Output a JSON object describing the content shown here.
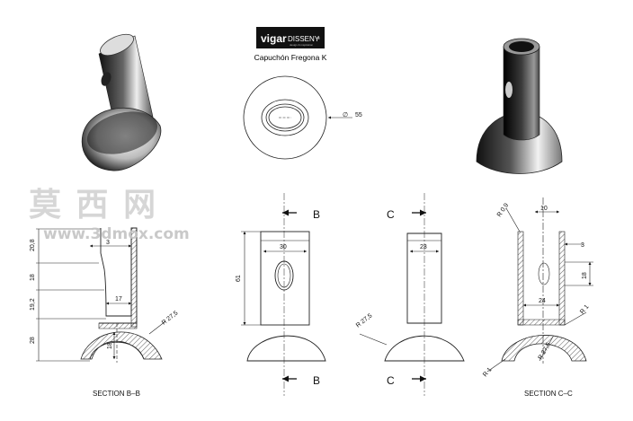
{
  "title_block": {
    "brand_bold": "vigar",
    "brand_light": "DISSENY",
    "brand_tm": "®",
    "tagline": "design & inspiration",
    "caption": "Capuchón Fregona K"
  },
  "watermark": {
    "chinese": "莫 西 网",
    "url": "www.3dmox.com"
  },
  "top_view": {
    "diameter_symbol": "∅",
    "diameter": "55"
  },
  "section_bb": {
    "dim_20_8": "20,8",
    "dim_3": "3",
    "dim_18": "18",
    "dim_19_2": "19,2",
    "dim_28": "28",
    "dim_17": "17",
    "dim_18b": "18",
    "dim_r27_5": "R 27,5",
    "label": "SECTION B–B"
  },
  "front_view": {
    "cut": "B",
    "dim_30": "30",
    "dim_61": "61"
  },
  "side_view": {
    "cut": "C",
    "dim_23": "23",
    "dim_r27_5": "R 27,5"
  },
  "section_cc": {
    "dim_r0_9": "R 0,9",
    "dim_10": "10",
    "dim_3": "3",
    "dim_18": "18",
    "dim_24": "24",
    "dim_r1a": "R 1",
    "dim_r27_5": "R 27,5",
    "dim_r1b": "R 1",
    "label": "SECTION C–C"
  }
}
